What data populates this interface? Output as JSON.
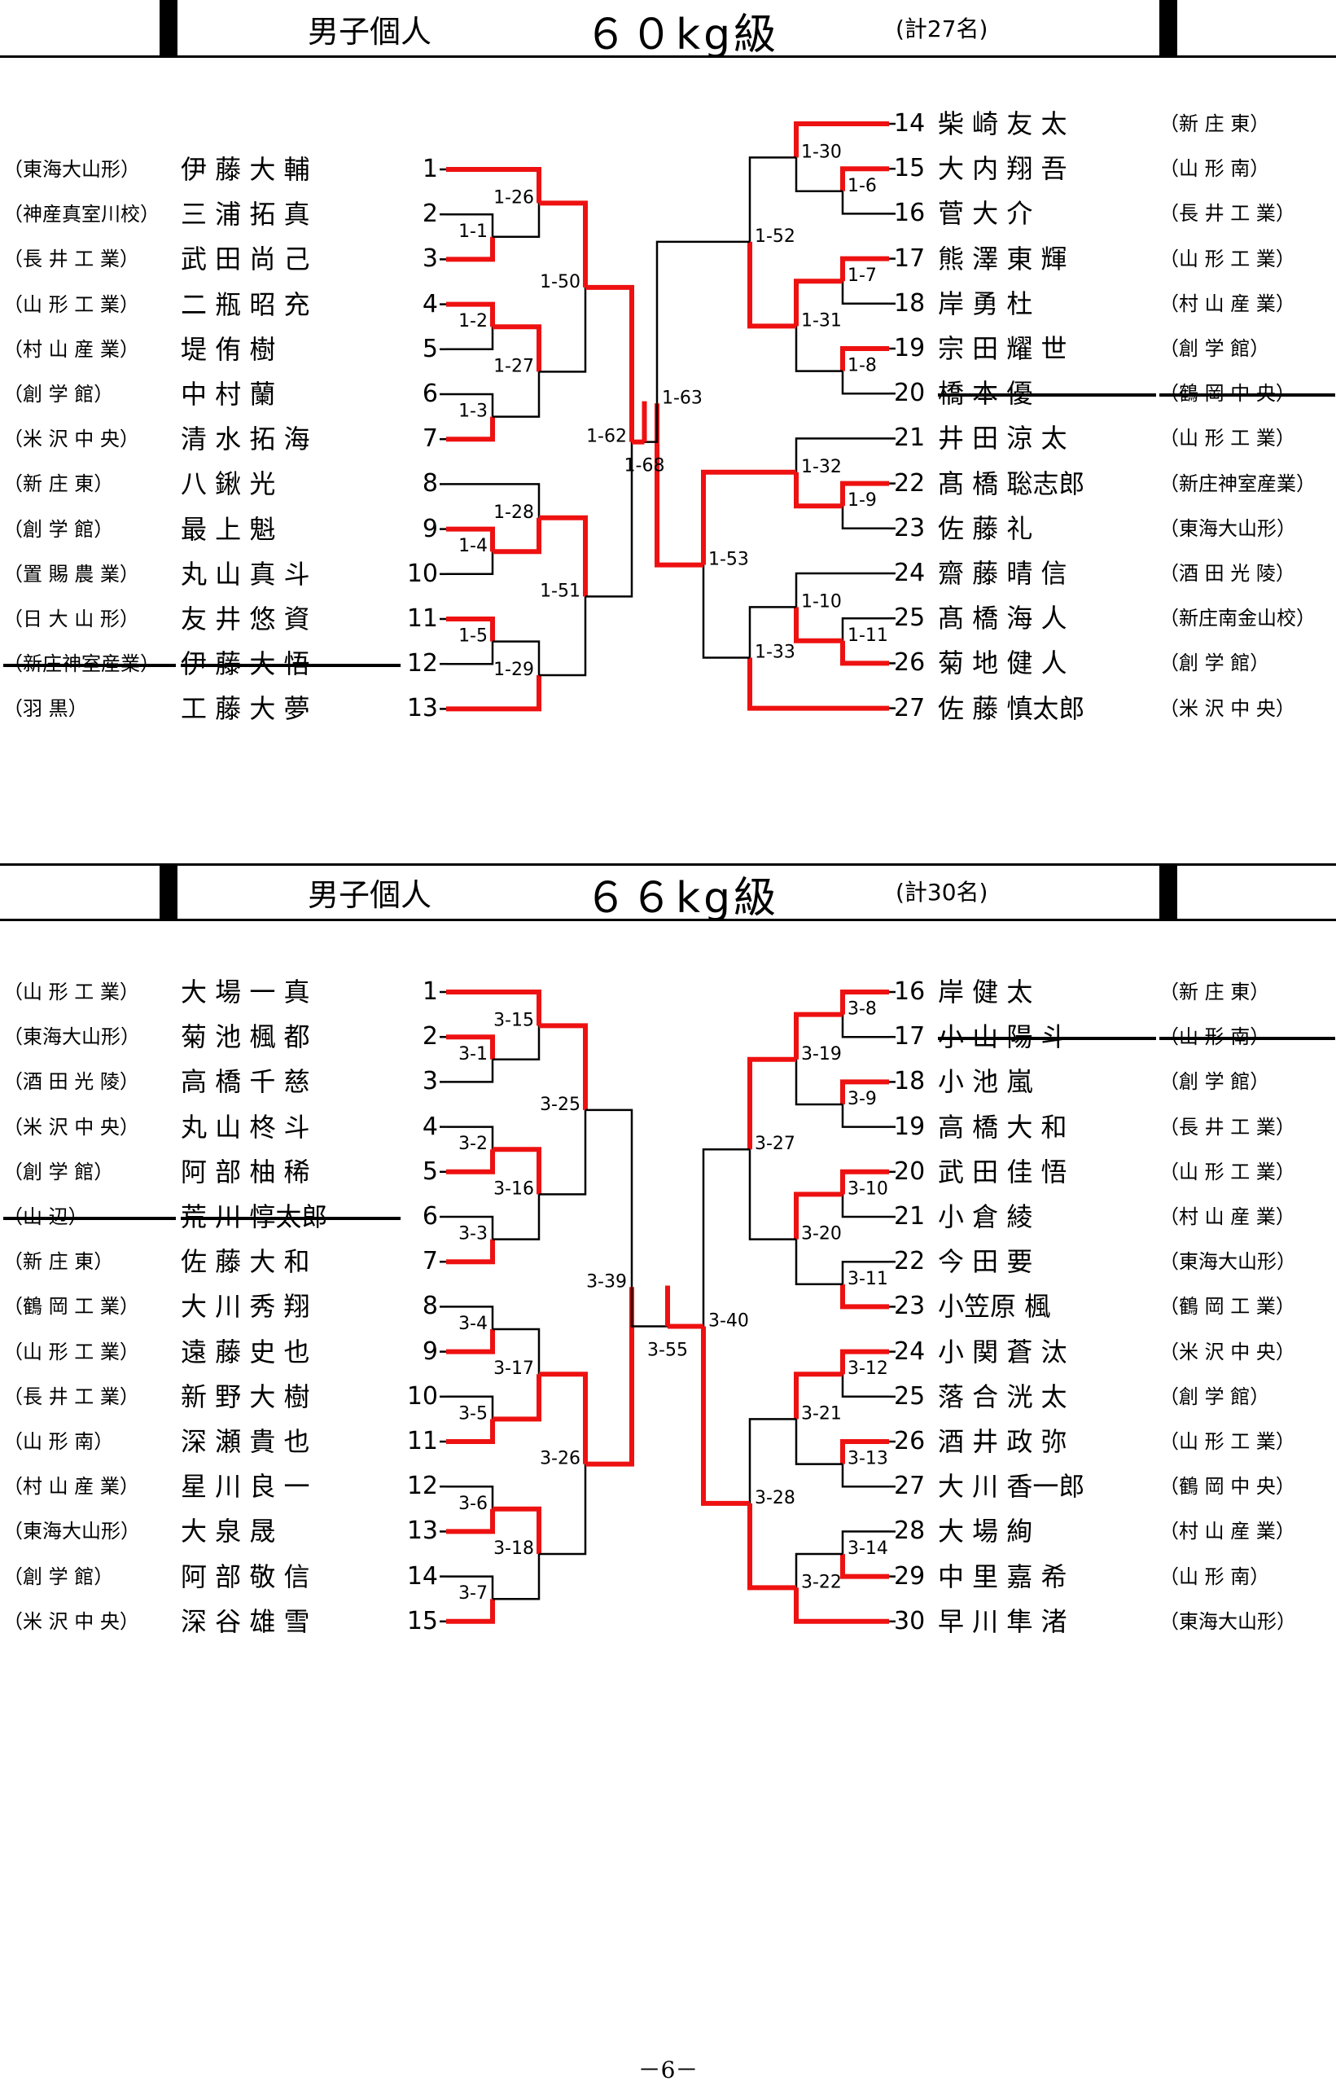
{
  "sections": [
    {
      "category": "男子個人",
      "weight": "６０kg級",
      "count": "(計27名)",
      "left": [
        {
          "seed": "1",
          "team": "（東海大山形）",
          "name": "伊 藤 大 輔"
        },
        {
          "seed": "2",
          "team": "（神産真室川校）",
          "name": "三 浦 拓 真"
        },
        {
          "seed": "3",
          "team": "（長 井 工 業）",
          "name": "武 田 尚 己"
        },
        {
          "seed": "4",
          "team": "（山 形 工 業）",
          "name": "二 瓶 昭 充"
        },
        {
          "seed": "5",
          "team": "（村 山 産 業）",
          "name": "堤 侑 樹"
        },
        {
          "seed": "6",
          "team": "（創 学 館）",
          "name": "中 村 蘭"
        },
        {
          "seed": "7",
          "team": "（米 沢 中 央）",
          "name": "清 水 拓 海"
        },
        {
          "seed": "8",
          "team": "（新 庄 東）",
          "name": "八 鍬 光"
        },
        {
          "seed": "9",
          "team": "（創 学 館）",
          "name": "最 上 魁"
        },
        {
          "seed": "10",
          "team": "（置 賜 農 業）",
          "name": "丸 山 真 斗"
        },
        {
          "seed": "11",
          "team": "（日 大 山 形）",
          "name": "友 井 悠 資"
        },
        {
          "seed": "12",
          "team": "（新庄神室産業）",
          "name": "伊 藤 大 悟",
          "withdrawn": true
        },
        {
          "seed": "13",
          "team": "（羽 黒）",
          "name": "工 藤 大 夢"
        }
      ],
      "right": [
        {
          "seed": "14",
          "name": "柴 崎 友 太",
          "team": "（新 庄 東）"
        },
        {
          "seed": "15",
          "name": "大 内 翔 吾",
          "team": "（山 形 南）"
        },
        {
          "seed": "16",
          "name": "菅 大 介",
          "team": "（長 井 工 業）"
        },
        {
          "seed": "17",
          "name": "熊 澤 東 輝",
          "team": "（山 形 工 業）"
        },
        {
          "seed": "18",
          "name": "岸 勇 杜",
          "team": "（村 山 産 業）"
        },
        {
          "seed": "19",
          "name": "宗 田 耀 世",
          "team": "（創 学 館）"
        },
        {
          "seed": "20",
          "name": "橋 本 優",
          "team": "（鶴 岡 中 央）",
          "withdrawn": true
        },
        {
          "seed": "21",
          "name": "井 田 涼 太",
          "team": "（山 形 工 業）"
        },
        {
          "seed": "22",
          "name": "髙 橋 聡志郎",
          "team": "（新庄神室産業）"
        },
        {
          "seed": "23",
          "name": "佐 藤 礼",
          "team": "（東海大山形）"
        },
        {
          "seed": "24",
          "name": "齋 藤 晴 信",
          "team": "（酒 田 光 陵）"
        },
        {
          "seed": "25",
          "name": "髙 橋 海 人",
          "team": "（新庄南金山校）"
        },
        {
          "seed": "26",
          "name": "菊 地 健 人",
          "team": "（創 学 館）"
        },
        {
          "seed": "27",
          "name": "佐 藤 慎太郎",
          "team": "（米 沢 中 央）"
        }
      ],
      "matches": [
        "1-1",
        "1-2",
        "1-3",
        "1-4",
        "1-5",
        "1-26",
        "1-27",
        "1-28",
        "1-29",
        "1-50",
        "1-51",
        "1-62",
        "1-68",
        "1-63",
        "1-52",
        "1-53",
        "1-30",
        "1-31",
        "1-32",
        "1-33",
        "1-6",
        "1-7",
        "1-8",
        "1-9",
        "1-10",
        "1-11"
      ]
    },
    {
      "category": "男子個人",
      "weight": "６６kg級",
      "count": "(計30名)",
      "left": [
        {
          "seed": "1",
          "team": "（山 形 工 業）",
          "name": "大 場 一 真"
        },
        {
          "seed": "2",
          "team": "（東海大山形）",
          "name": "菊 池 楓 都"
        },
        {
          "seed": "3",
          "team": "（酒 田 光 陵）",
          "name": "高 橋 千 慈"
        },
        {
          "seed": "4",
          "team": "（米 沢 中 央）",
          "name": "丸 山 柊 斗"
        },
        {
          "seed": "5",
          "team": "（創 学 館）",
          "name": "阿 部 柚 稀"
        },
        {
          "seed": "6",
          "team": "（山 辺）",
          "name": "荒 川 惇太郎",
          "withdrawn": true
        },
        {
          "seed": "7",
          "team": "（新 庄 東）",
          "name": "佐 藤 大 和"
        },
        {
          "seed": "8",
          "team": "（鶴 岡 工 業）",
          "name": "大 川 秀 翔"
        },
        {
          "seed": "9",
          "team": "（山 形 工 業）",
          "name": "遠 藤 史 也"
        },
        {
          "seed": "10",
          "team": "（長 井 工 業）",
          "name": "新 野 大 樹"
        },
        {
          "seed": "11",
          "team": "（山 形 南）",
          "name": "深 瀬 貴 也"
        },
        {
          "seed": "12",
          "team": "（村 山 産 業）",
          "name": "星 川 良 一"
        },
        {
          "seed": "13",
          "team": "（東海大山形）",
          "name": "大 泉 晟"
        },
        {
          "seed": "14",
          "team": "（創 学 館）",
          "name": "阿 部 敬 信"
        },
        {
          "seed": "15",
          "team": "（米 沢 中 央）",
          "name": "深 谷 雄 雪"
        }
      ],
      "right": [
        {
          "seed": "16",
          "name": "岸 健 太",
          "team": "（新 庄 東）"
        },
        {
          "seed": "17",
          "name": "小 山 陽 斗",
          "team": "（山 形 南）",
          "withdrawn": true
        },
        {
          "seed": "18",
          "name": "小 池 嵐",
          "team": "（創 学 館）"
        },
        {
          "seed": "19",
          "name": "高 橋 大 和",
          "team": "（長 井 工 業）"
        },
        {
          "seed": "20",
          "name": "武 田 佳 悟",
          "team": "（山 形 工 業）"
        },
        {
          "seed": "21",
          "name": "小 倉 綾",
          "team": "（村 山 産 業）"
        },
        {
          "seed": "22",
          "name": "今 田 要",
          "team": "（東海大山形）"
        },
        {
          "seed": "23",
          "name": "小笠原 楓",
          "team": "（鶴 岡 工 業）"
        },
        {
          "seed": "24",
          "name": "小 関 蒼 汰",
          "team": "（米 沢 中 央）"
        },
        {
          "seed": "25",
          "name": "落 合 洸 太",
          "team": "（創 学 館）"
        },
        {
          "seed": "26",
          "name": "酒 井 政 弥",
          "team": "（山 形 工 業）"
        },
        {
          "seed": "27",
          "name": "大 川 香一郎",
          "team": "（鶴 岡 中 央）"
        },
        {
          "seed": "28",
          "name": "大 場 絢",
          "team": "（村 山 産 業）"
        },
        {
          "seed": "29",
          "name": "中 里 嘉 希",
          "team": "（山 形 南）"
        },
        {
          "seed": "30",
          "name": "早 川 隼 渚",
          "team": "（東海大山形）"
        }
      ],
      "matches": [
        "3-1",
        "3-2",
        "3-3",
        "3-4",
        "3-5",
        "3-6",
        "3-7",
        "3-15",
        "3-16",
        "3-17",
        "3-18",
        "3-25",
        "3-26",
        "3-39",
        "3-55",
        "3-40",
        "3-27",
        "3-28",
        "3-19",
        "3-20",
        "3-21",
        "3-22",
        "3-8",
        "3-9",
        "3-10",
        "3-11",
        "3-12",
        "3-13",
        "3-14"
      ]
    }
  ],
  "footer": "－6－",
  "colors": {
    "win": "#ee1111",
    "line": "#000000"
  }
}
